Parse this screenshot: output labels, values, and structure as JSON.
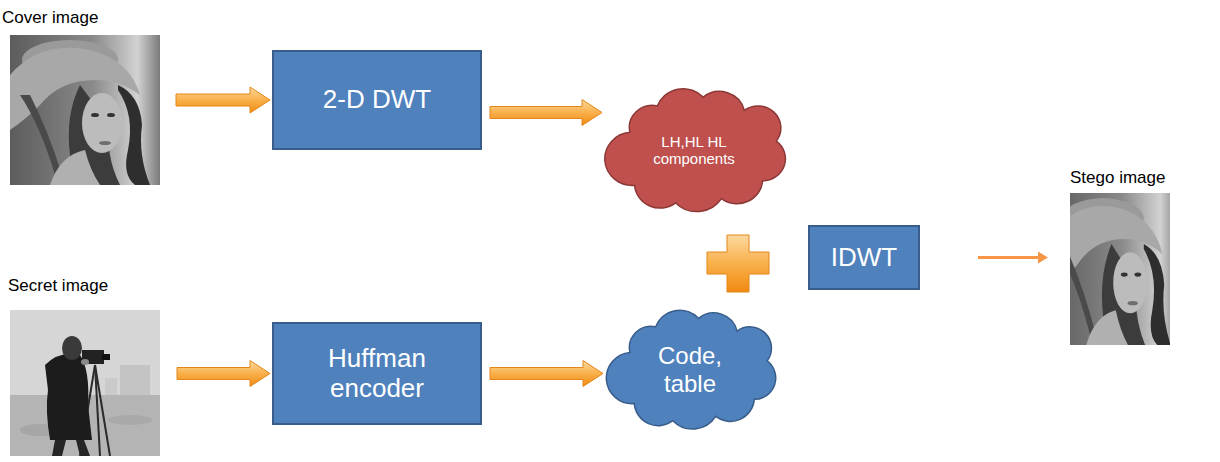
{
  "diagram": {
    "nodes": [
      {
        "text": [
          "Cover image"
        ]
      },
      {
        "text": [
          "2-D DWT"
        ]
      },
      {
        "text": [
          "LH,HL HL components"
        ]
      },
      {
        "text": [
          "Stego image"
        ]
      },
      {
        "text": [
          "IDWT"
        ]
      },
      {
        "text": [
          "Secret image"
        ]
      },
      {
        "text": [
          "Huffman encoder"
        ]
      },
      {
        "text": [
          "Code, table"
        ]
      }
    ],
    "edges": [
      {
        "from": 0,
        "to": 1,
        "arrow": "to"
      },
      {
        "from": 1,
        "to": 2,
        "arrow": "to"
      },
      {
        "from": 4,
        "to": 3,
        "arrow": "to"
      },
      {
        "from": 5,
        "to": 6,
        "arrow": "to"
      },
      {
        "from": 6,
        "to": 7,
        "arrow": "to"
      }
    ]
  }
}
